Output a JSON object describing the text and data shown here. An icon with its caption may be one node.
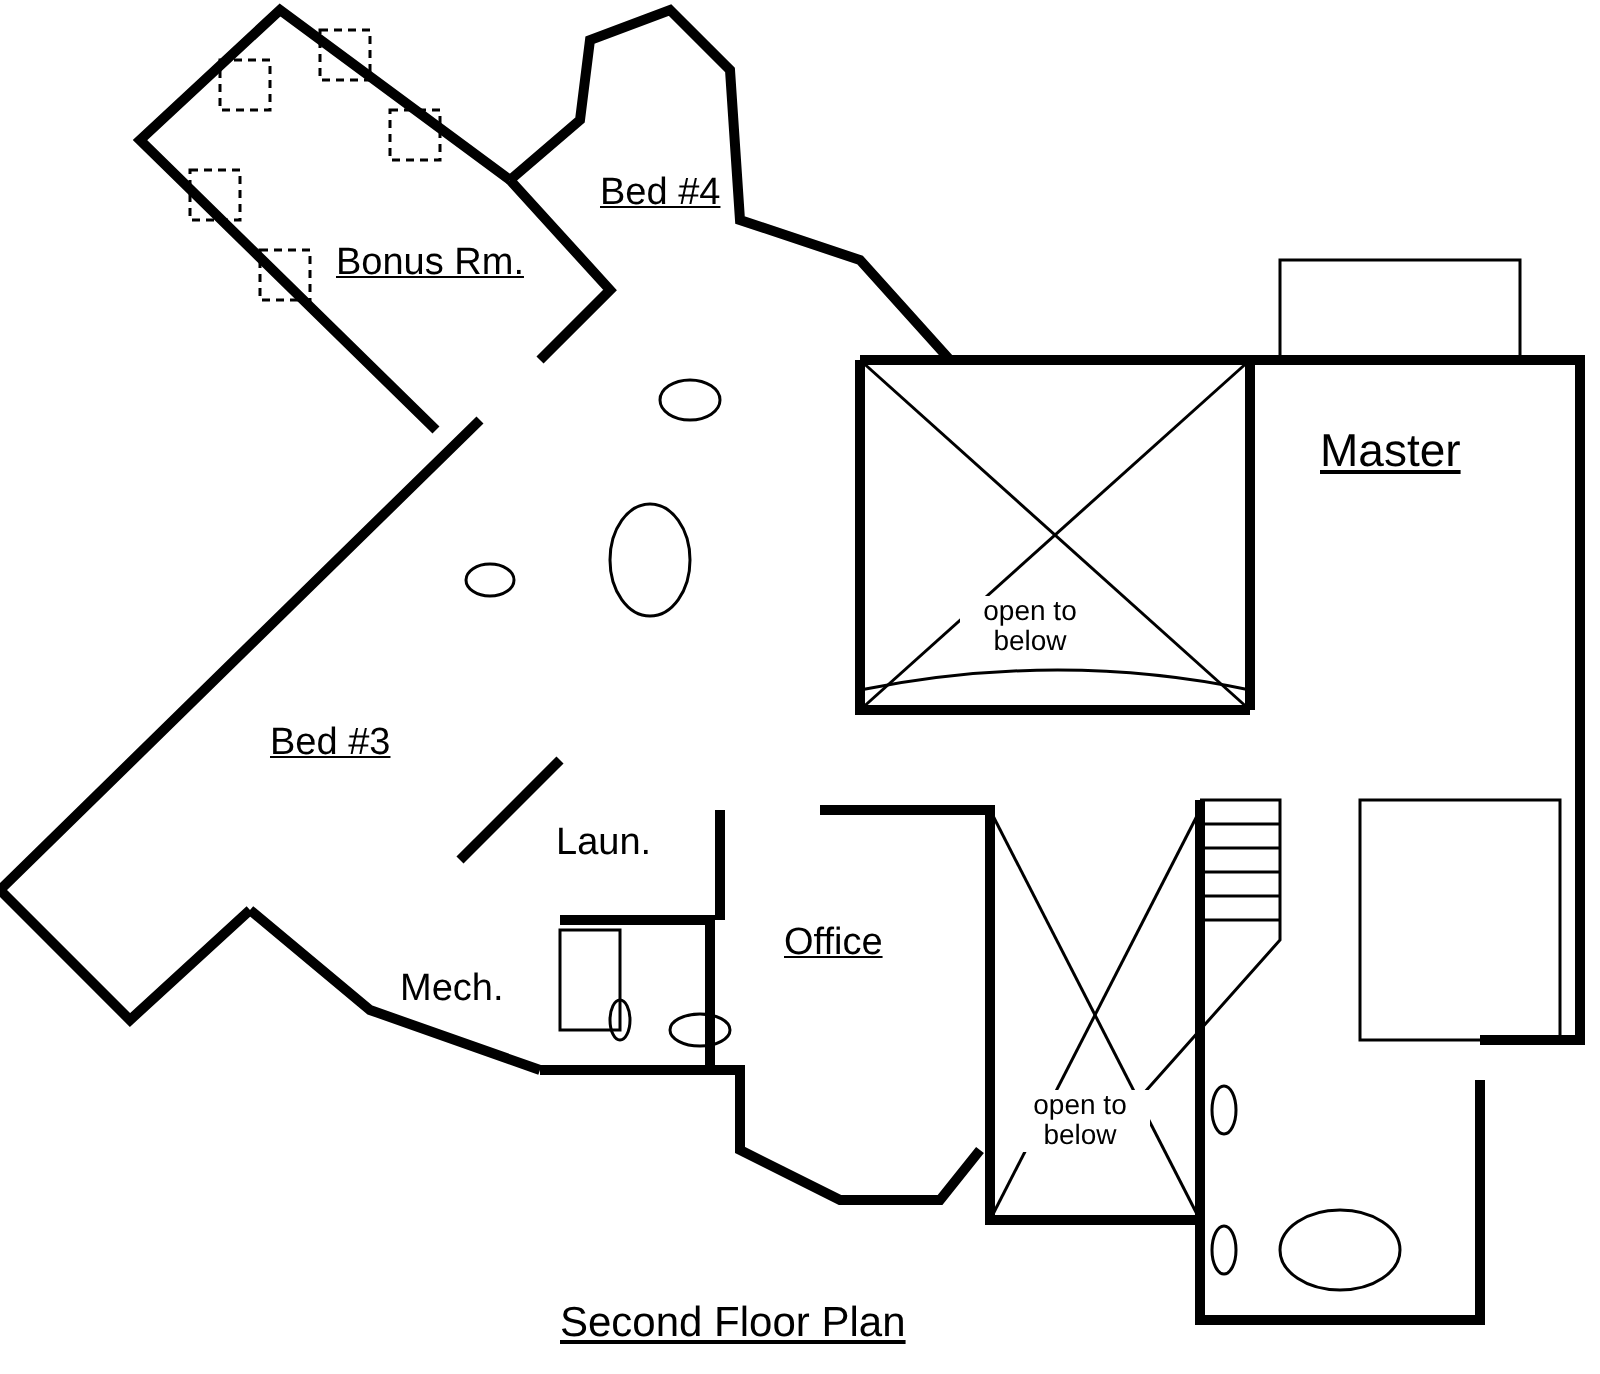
{
  "diagram": {
    "title": "Second Floor Plan",
    "labels": [
      "Bed #4",
      "Bonus Rm.",
      "Master",
      "open to below",
      "Bed #3",
      "Laun.",
      "Office",
      "Mech.",
      "open to below"
    ]
  }
}
